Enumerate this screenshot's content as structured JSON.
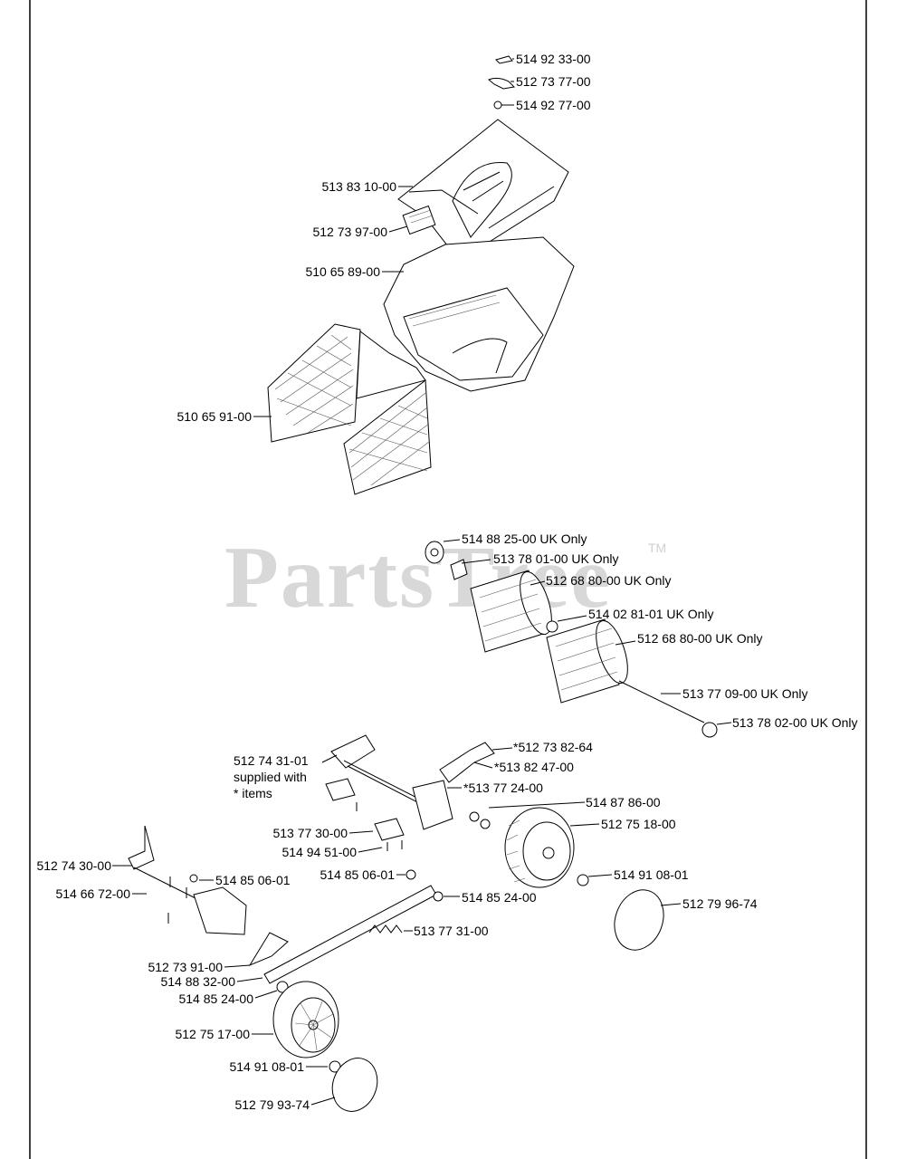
{
  "watermark": {
    "text": "PartsTree",
    "tm": "TM"
  },
  "labels": {
    "l01": "514 92 33-00",
    "l02": "512 73 77-00",
    "l03": "514 92 77-00",
    "l04": "513 83 10-00",
    "l05": "512 73 97-00",
    "l06": "510 65 89-00",
    "l07": "510 65 91-00",
    "l08": "514 88 25-00 UK Only",
    "l09": "513 78 01-00 UK Only",
    "l10": "512 68 80-00 UK Only",
    "l11": "514 02 81-01 UK Only",
    "l12": "512 68 80-00 UK Only",
    "l13": "513 77 09-00 UK Only",
    "l14": "513 78 02-00 UK Only",
    "l15": "*512 73 82-64",
    "l16": "*513 82 47-00",
    "l17": "*513 77 24-00",
    "l18a": "512 74 31-01",
    "l18b": "supplied with",
    "l18c": "* items",
    "l19": "514 87 86-00",
    "l20": "512 75 18-00",
    "l21": "513 77 30-00",
    "l22": "514 94 51-00",
    "l23": "512 74 30-00",
    "l24": "514 85 06-01",
    "l25": "514 85 06-01",
    "l26": "514 91 08-01",
    "l27": "514 66 72-00",
    "l28": "514 85 24-00",
    "l29": "512 79 96-74",
    "l30": "513 77 31-00",
    "l31": "512 73 91-00",
    "l32": "514 88 32-00",
    "l33": "514 85 24-00",
    "l34": "512 75 17-00",
    "l35": "514 91 08-01",
    "l36": "512 79 93-74"
  }
}
